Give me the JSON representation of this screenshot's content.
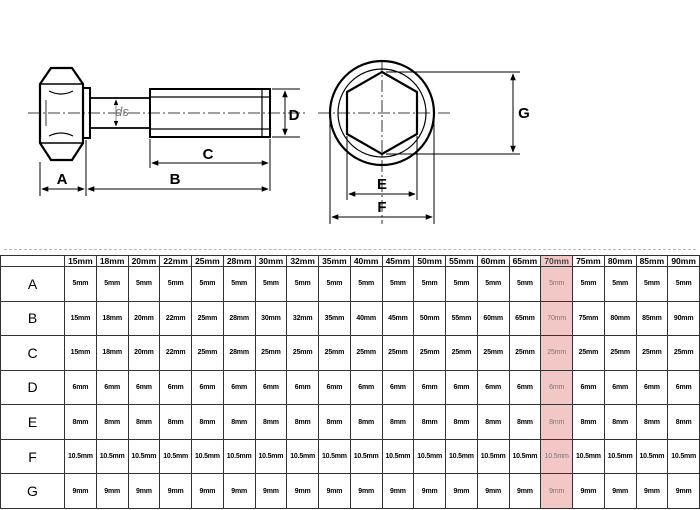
{
  "drawing": {
    "labels": {
      "a": "A",
      "b": "B",
      "c": "C",
      "d": "D",
      "ds": "ds",
      "e": "E",
      "f": "F",
      "g": "G"
    }
  },
  "table": {
    "columns": [
      "15mm",
      "18mm",
      "20mm",
      "22mm",
      "25mm",
      "28mm",
      "30mm",
      "32mm",
      "35mm",
      "40mm",
      "45mm",
      "50mm",
      "55mm",
      "60mm",
      "65mm",
      "70mm",
      "75mm",
      "80mm",
      "85mm",
      "90mm"
    ],
    "highlight_column": "70mm",
    "highlight_color": "#f4c7c7",
    "rows": [
      {
        "label": "A",
        "values": [
          "5mm",
          "5mm",
          "5mm",
          "5mm",
          "5mm",
          "5mm",
          "5mm",
          "5mm",
          "5mm",
          "5mm",
          "5mm",
          "5mm",
          "5mm",
          "5mm",
          "5mm",
          "5mm",
          "5mm",
          "5mm",
          "5mm",
          "5mm"
        ]
      },
      {
        "label": "B",
        "values": [
          "15mm",
          "18mm",
          "20mm",
          "22mm",
          "25mm",
          "28mm",
          "30mm",
          "32mm",
          "35mm",
          "40mm",
          "45mm",
          "50mm",
          "55mm",
          "60mm",
          "65mm",
          "70mm",
          "75mm",
          "80mm",
          "85mm",
          "90mm"
        ]
      },
      {
        "label": "C",
        "values": [
          "15mm",
          "18mm",
          "20mm",
          "22mm",
          "25mm",
          "28mm",
          "25mm",
          "25mm",
          "25mm",
          "25mm",
          "25mm",
          "25mm",
          "25mm",
          "25mm",
          "25mm",
          "25mm",
          "25mm",
          "25mm",
          "25mm",
          "25mm"
        ]
      },
      {
        "label": "D",
        "values": [
          "6mm",
          "6mm",
          "6mm",
          "6mm",
          "6mm",
          "6mm",
          "6mm",
          "6mm",
          "6mm",
          "6mm",
          "6mm",
          "6mm",
          "6mm",
          "6mm",
          "6mm",
          "6mm",
          "6mm",
          "6mm",
          "6mm",
          "6mm"
        ]
      },
      {
        "label": "E",
        "values": [
          "8mm",
          "8mm",
          "8mm",
          "8mm",
          "8mm",
          "8mm",
          "8mm",
          "8mm",
          "8mm",
          "8mm",
          "8mm",
          "8mm",
          "8mm",
          "8mm",
          "8mm",
          "8mm",
          "8mm",
          "8mm",
          "8mm",
          "8mm"
        ]
      },
      {
        "label": "F",
        "values": [
          "10.5mm",
          "10.5mm",
          "10.5mm",
          "10.5mm",
          "10.5mm",
          "10.5mm",
          "10.5mm",
          "10.5mm",
          "10.5mm",
          "10.5mm",
          "10.5mm",
          "10.5mm",
          "10.5mm",
          "10.5mm",
          "10.5mm",
          "10.5mm",
          "10.5mm",
          "10.5mm",
          "10.5mm",
          "10.5mm"
        ]
      },
      {
        "label": "G",
        "values": [
          "9mm",
          "9mm",
          "9mm",
          "9mm",
          "9mm",
          "9mm",
          "9mm",
          "9mm",
          "9mm",
          "9mm",
          "9mm",
          "9mm",
          "9mm",
          "9mm",
          "9mm",
          "9mm",
          "9mm",
          "9mm",
          "9mm",
          "9mm"
        ]
      }
    ]
  }
}
